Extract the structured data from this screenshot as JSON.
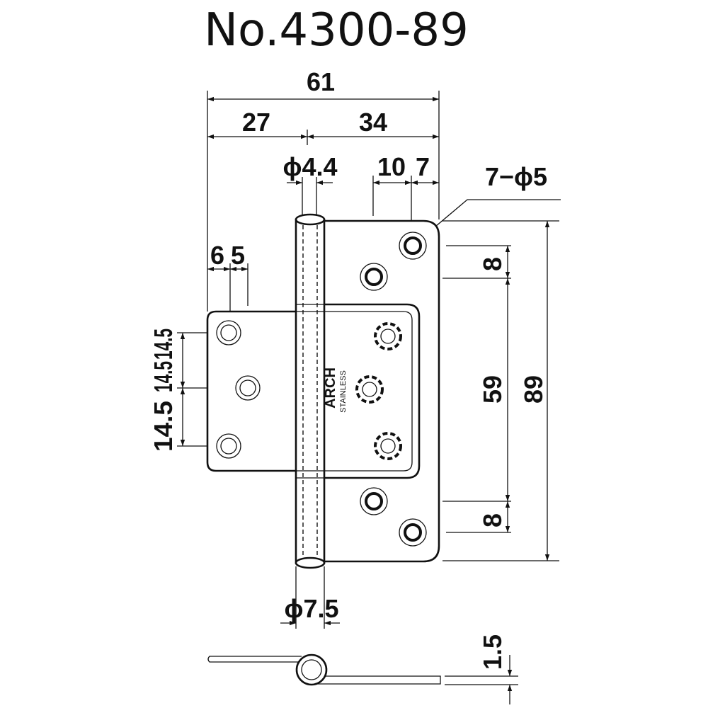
{
  "title": "No.4300-89",
  "dimensions": {
    "overall_width": "61",
    "left_width": "27",
    "right_width": "34",
    "pin_diameter": "ϕ4.4",
    "offset_10": "10",
    "offset_7": "7",
    "hole_callout": "7−ϕ5",
    "offset_6": "6",
    "offset_5": "5",
    "top_spacing": "8",
    "middle_spacing": "59",
    "overall_height": "89",
    "bottom_spacing": "8",
    "left_spacing": [
      "14.5",
      "14.5",
      "14.5"
    ],
    "barrel_diameter": "ϕ7.5",
    "thickness": "1.5"
  },
  "marking": {
    "brand": "ARCH",
    "material": "STAINLESS"
  }
}
